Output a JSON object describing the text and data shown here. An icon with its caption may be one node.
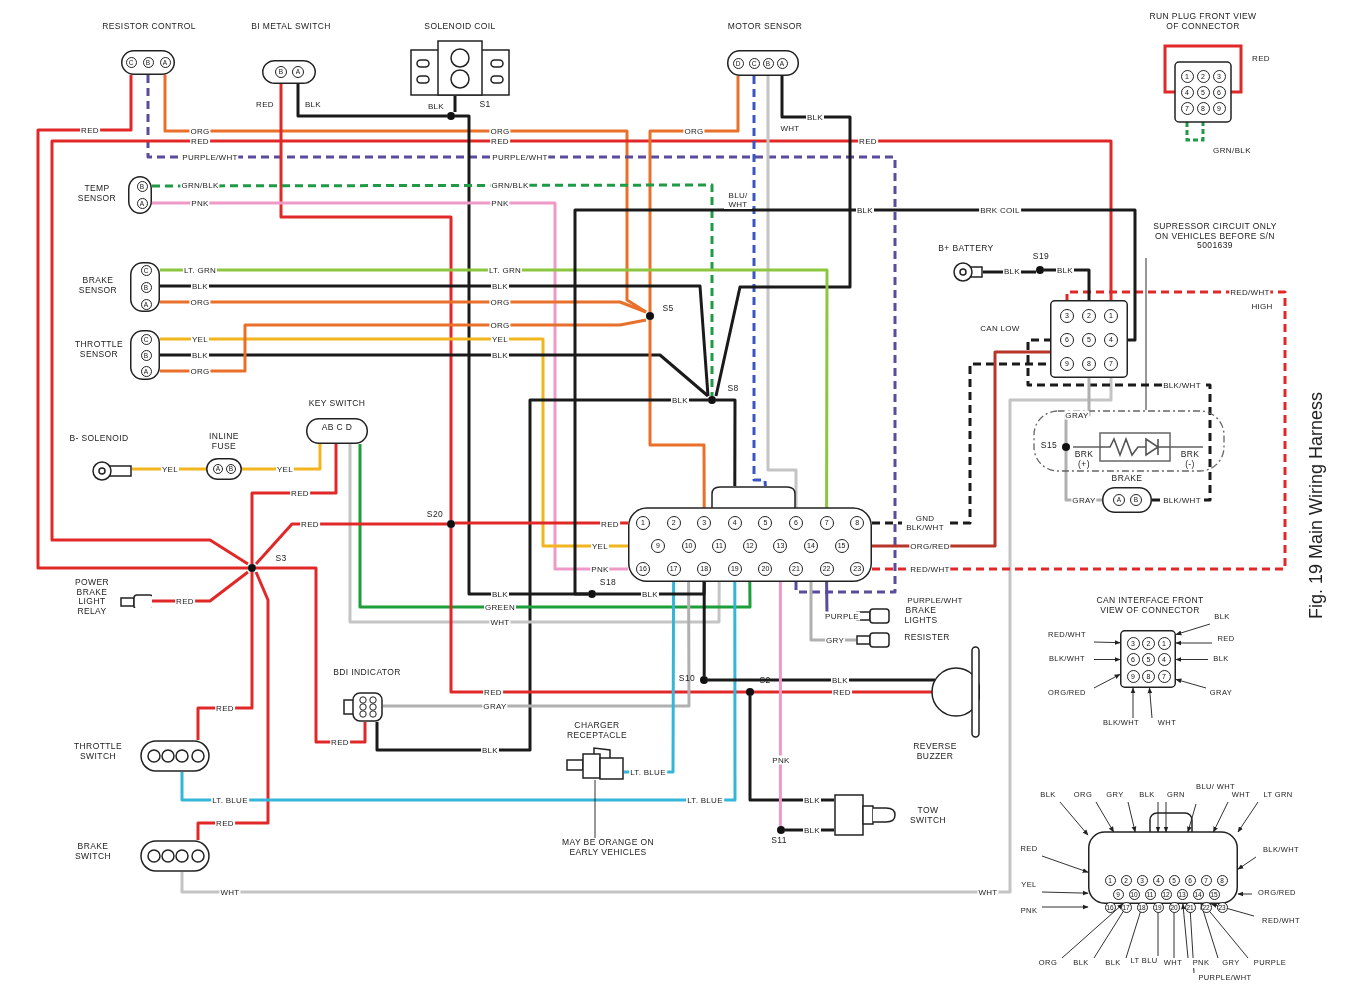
{
  "diagram": {
    "caption": "Fig. 19 Main Wiring Harness",
    "nodes": [
      {
        "text": [
          "RESISTOR CONTROL",
          "C",
          "B",
          "A"
        ]
      },
      {
        "text": [
          "BI METAL SWITCH",
          "B",
          "A"
        ]
      },
      {
        "text": [
          "SOLENOID COIL"
        ]
      },
      {
        "text": [
          "MOTOR SENSOR",
          "D",
          "C",
          "B",
          "A"
        ]
      },
      {
        "text": [
          "RUN PLUG FRONT VIEW OF CONNECTOR",
          "1",
          "2",
          "3",
          "4",
          "5",
          "6",
          "7",
          "8",
          "9"
        ],
        "beside": [
          "RED",
          "GRN/BLK"
        ]
      },
      {
        "text": [
          "TEMP SENSOR",
          "B",
          "A"
        ]
      },
      {
        "text": [
          "BRAKE SENSOR",
          "C",
          "B",
          "A"
        ]
      },
      {
        "text": [
          "THROTTLE SENSOR",
          "C",
          "B",
          "A"
        ]
      },
      {
        "text": [
          "B- SOLENOID"
        ]
      },
      {
        "text": [
          "INLINE FUSE",
          "A",
          "B"
        ]
      },
      {
        "text": [
          "KEY SWITCH",
          "AB C D"
        ]
      },
      {
        "text": [
          "B+ BATTERY"
        ]
      },
      {
        "text": [
          "3",
          "2",
          "1",
          "6",
          "5",
          "4",
          "9",
          "8",
          "7"
        ]
      },
      {
        "text": [
          "SUPRESSOR CIRCUIT ONLY ON VEHICLES BEFORE S/N 5001639"
        ]
      },
      {
        "text": [
          "BRK (+)",
          "BRK (-)"
        ]
      },
      {
        "text": [
          "S15"
        ],
        "in": 14
      },
      {
        "text": [
          "BRAKE",
          "A",
          "B"
        ]
      },
      {
        "text": [
          "1",
          "2",
          "3",
          "4",
          "5",
          "6",
          "7",
          "8",
          "9",
          "10",
          "11",
          "12",
          "13",
          "14",
          "15",
          "16",
          "17",
          "18",
          "19",
          "20",
          "21",
          "22",
          "23"
        ]
      },
      {
        "text": [
          "BRAKE LIGHTS"
        ]
      },
      {
        "text": [
          "RESISTER"
        ]
      },
      {
        "text": [
          "REVERSE BUZZER"
        ]
      },
      {
        "text": [
          "POWER BRAKE LIGHT RELAY"
        ]
      },
      {
        "text": [
          "BDI INDICATOR"
        ]
      },
      {
        "text": [
          "CHARGER RECEPTACLE"
        ]
      },
      {
        "text": [
          "MAY BE ORANGE ON EARLY VEHICLES"
        ]
      },
      {
        "text": [
          "THROTTLE SWITCH"
        ]
      },
      {
        "text": [
          "BRAKE SWITCH"
        ]
      },
      {
        "text": [
          "TOW SWITCH"
        ]
      },
      {
        "text": [
          "CAN INTERFACE FRONT VIEW OF CONNECTOR",
          "3",
          "2",
          "1",
          "6",
          "5",
          "4",
          "9",
          "8",
          "7"
        ]
      },
      {
        "text": [
          "BLK"
        ]
      },
      {
        "text": [
          "RED/WHT"
        ]
      },
      {
        "text": [
          "RED"
        ]
      },
      {
        "text": [
          "BLK/WHT"
        ]
      },
      {
        "text": [
          "BLK"
        ]
      },
      {
        "text": [
          "ORG/RED"
        ]
      },
      {
        "text": [
          "GRAY"
        ]
      },
      {
        "text": [
          "BLK/WHT"
        ]
      },
      {
        "text": [
          "WHT"
        ]
      },
      {
        "text": [
          "1",
          "2",
          "3",
          "4",
          "5",
          "6",
          "7",
          "8",
          "9",
          "10",
          "11",
          "12",
          "13",
          "14",
          "15",
          "16",
          "17",
          "18",
          "19",
          "20",
          "21",
          "22",
          "23"
        ]
      },
      {
        "text": [
          "BLK"
        ]
      },
      {
        "text": [
          "ORG"
        ]
      },
      {
        "text": [
          "GRY"
        ]
      },
      {
        "text": [
          "BLK"
        ]
      },
      {
        "text": [
          "GRN"
        ]
      },
      {
        "text": [
          "BLU/ WHT"
        ]
      },
      {
        "text": [
          "WHT"
        ]
      },
      {
        "text": [
          "LT GRN"
        ]
      },
      {
        "text": [
          "RED"
        ]
      },
      {
        "text": [
          "YEL"
        ]
      },
      {
        "text": [
          "PNK"
        ]
      },
      {
        "text": [
          "BLK/WHT"
        ]
      },
      {
        "text": [
          "ORG/RED"
        ]
      },
      {
        "text": [
          "RED/WHT"
        ]
      },
      {
        "text": [
          "ORG"
        ]
      },
      {
        "text": [
          "BLK"
        ]
      },
      {
        "text": [
          "BLK"
        ]
      },
      {
        "text": [
          "LT BLU"
        ]
      },
      {
        "text": [
          "WHT"
        ]
      },
      {
        "text": [
          "PNK"
        ]
      },
      {
        "text": [
          "GRY"
        ]
      },
      {
        "text": [
          "PURPLE"
        ]
      },
      {
        "text": [
          "PURPLE/WHT"
        ]
      },
      {
        "text": [
          "S1"
        ]
      },
      {
        "text": [
          "S3"
        ]
      },
      {
        "text": [
          "S5"
        ]
      },
      {
        "text": [
          "S8"
        ]
      },
      {
        "text": [
          "S10"
        ]
      },
      {
        "text": [
          "S2"
        ]
      },
      {
        "text": [
          "S11"
        ]
      },
      {
        "text": [
          "S18"
        ]
      },
      {
        "text": [
          "S19"
        ]
      },
      {
        "text": [
          "S20"
        ]
      }
    ],
    "edges": [
      {
        "from": 0,
        "to": 63,
        "arrow": "none",
        "label": "RED",
        "color": "#e02828"
      },
      {
        "from": 0,
        "to": 64,
        "arrow": "none",
        "label": "ORG",
        "color": "#e8702a"
      },
      {
        "from": 0,
        "to": 17,
        "arrow": "none",
        "label": "PURPLE/WHT",
        "style": "dashed",
        "color": "#5a4b9c"
      },
      {
        "from": 63,
        "to": 12,
        "arrow": "none",
        "label": "RED",
        "color": "#e02828"
      },
      {
        "from": 1,
        "to": 71,
        "arrow": "none",
        "label": "RED",
        "color": "#e02828"
      },
      {
        "from": 1,
        "to": 62,
        "arrow": "none",
        "label": "BLK"
      },
      {
        "from": 2,
        "to": 62,
        "arrow": "none",
        "label": "BLK"
      },
      {
        "from": 62,
        "to": 69,
        "arrow": "none",
        "label": "BLK"
      },
      {
        "from": 3,
        "to": 64,
        "arrow": "none",
        "label": "ORG",
        "color": "#e8702a"
      },
      {
        "from": 3,
        "to": 17,
        "arrow": "none",
        "label": "BLU/ WHT",
        "style": "dashed",
        "color": "#3a56c5"
      },
      {
        "from": 3,
        "to": 17,
        "arrow": "none",
        "label": "WHT",
        "color": "#c4c4c4"
      },
      {
        "from": 3,
        "to": 65,
        "arrow": "none",
        "label": "BLK"
      },
      {
        "from": 5,
        "to": 65,
        "arrow": "none",
        "label": "GRN/BLK",
        "style": "dashed",
        "color": "#1f9a45"
      },
      {
        "from": 5,
        "to": 17,
        "arrow": "none",
        "label": "PNK",
        "color": "#ee99c8"
      },
      {
        "from": 6,
        "to": 17,
        "arrow": "none",
        "label": "LT. GRN",
        "color": "#8cc63f"
      },
      {
        "from": 6,
        "to": 65,
        "arrow": "none",
        "label": "BLK"
      },
      {
        "from": 6,
        "to": 64,
        "arrow": "none",
        "label": "ORG",
        "color": "#e8702a"
      },
      {
        "from": 7,
        "to": 17,
        "arrow": "none",
        "label": "YEL",
        "color": "#f2b520"
      },
      {
        "from": 7,
        "to": 65,
        "arrow": "none",
        "label": "BLK"
      },
      {
        "from": 7,
        "to": 64,
        "arrow": "none",
        "label": "ORG",
        "color": "#e8702a"
      },
      {
        "from": 64,
        "to": 17,
        "arrow": "none",
        "color": "#e8702a"
      },
      {
        "from": 65,
        "to": 17,
        "arrow": "none"
      },
      {
        "from": 65,
        "to": 22,
        "arrow": "none",
        "label": "BLK"
      },
      {
        "from": 8,
        "to": 9,
        "arrow": "none",
        "label": "YEL",
        "color": "#f2b520"
      },
      {
        "from": 9,
        "to": 10,
        "arrow": "none",
        "label": "YEL",
        "color": "#f2b520"
      },
      {
        "from": 10,
        "to": 63,
        "arrow": "none",
        "label": "RED",
        "color": "#e02828"
      },
      {
        "from": 10,
        "to": 17,
        "arrow": "none",
        "label": "WHT",
        "color": "#c4c4c4"
      },
      {
        "from": 10,
        "to": 17,
        "arrow": "none",
        "label": "GREEN",
        "color": "#1e9e3a"
      },
      {
        "from": 63,
        "to": 71,
        "arrow": "none",
        "label": "RED",
        "color": "#e02828"
      },
      {
        "from": 71,
        "to": 17,
        "arrow": "none",
        "label": "RED",
        "color": "#e02828"
      },
      {
        "from": 71,
        "to": 20,
        "arrow": "none",
        "label": "RED",
        "color": "#e02828"
      },
      {
        "from": 21,
        "to": 63,
        "arrow": "none",
        "label": "RED",
        "color": "#e02828"
      },
      {
        "from": 63,
        "to": 25,
        "arrow": "none",
        "label": "RED",
        "color": "#e02828"
      },
      {
        "from": 63,
        "to": 26,
        "arrow": "none",
        "label": "RED",
        "color": "#e02828"
      },
      {
        "from": 63,
        "to": 22,
        "arrow": "none",
        "label": "RED",
        "color": "#e02828"
      },
      {
        "from": 22,
        "to": 17,
        "arrow": "none",
        "label": "GRAY",
        "color": "#b0b0b0"
      },
      {
        "from": 23,
        "to": 17,
        "arrow": "none",
        "label": "LT. BLUE",
        "color": "#35b6d8"
      },
      {
        "from": 25,
        "to": 17,
        "arrow": "none",
        "label": "LT. BLUE",
        "color": "#35b6d8"
      },
      {
        "from": 26,
        "to": 12,
        "arrow": "none",
        "label": "WHT",
        "color": "#c4c4c4"
      },
      {
        "from": 69,
        "to": 17,
        "arrow": "none",
        "label": "BLK"
      },
      {
        "from": 17,
        "to": 66,
        "arrow": "none"
      },
      {
        "from": 66,
        "to": 20,
        "arrow": "none",
        "label": "BLK"
      },
      {
        "from": 67,
        "to": 27,
        "arrow": "none",
        "label": "BLK"
      },
      {
        "from": 17,
        "to": 68,
        "arrow": "none",
        "label": "PNK",
        "color": "#ee99c8"
      },
      {
        "from": 68,
        "to": 27,
        "arrow": "none",
        "label": "BLK"
      },
      {
        "from": 17,
        "to": 19,
        "arrow": "none",
        "label": "GRY",
        "color": "#b0b0b0"
      },
      {
        "from": 17,
        "to": 18,
        "arrow": "none",
        "label": "PURPLE",
        "color": "#5a4b9c"
      },
      {
        "from": 17,
        "to": 12,
        "arrow": "none",
        "label": "GND BLK/WHT",
        "style": "dashed"
      },
      {
        "from": 17,
        "to": 12,
        "arrow": "none",
        "label": "ORG/RED",
        "color": "#b8352a"
      },
      {
        "from": 17,
        "to": 12,
        "arrow": "none",
        "label": "RED/WHT",
        "style": "dashed",
        "color": "#e02828"
      },
      {
        "from": 16,
        "to": 12,
        "arrow": "none",
        "label": "BLK/WHT",
        "style": "dashed"
      },
      {
        "from": 16,
        "to": 15,
        "arrow": "none",
        "label": "GRAY",
        "color": "#b0b0b0"
      },
      {
        "from": 15,
        "to": 12,
        "arrow": "none",
        "label": "GRAY",
        "color": "#b0b0b0"
      },
      {
        "from": 11,
        "to": 70,
        "arrow": "none",
        "label": "BLK"
      },
      {
        "from": 70,
        "to": 12,
        "arrow": "none",
        "label": "BLK"
      },
      {
        "from": 12,
        "to": 69,
        "arrow": "none",
        "label": "BRK COIL"
      },
      {
        "from": 13,
        "to": 14,
        "arrow": "none"
      },
      {
        "from": 24,
        "to": 23,
        "arrow": "none"
      },
      {
        "from": 29,
        "to": 28,
        "arrow": "to"
      },
      {
        "from": 30,
        "to": 28,
        "arrow": "to"
      },
      {
        "from": 31,
        "to": 28,
        "arrow": "to"
      },
      {
        "from": 32,
        "to": 28,
        "arrow": "to"
      },
      {
        "from": 33,
        "to": 28,
        "arrow": "to"
      },
      {
        "from": 34,
        "to": 28,
        "arrow": "to"
      },
      {
        "from": 35,
        "to": 28,
        "arrow": "to"
      },
      {
        "from": 36,
        "to": 28,
        "arrow": "to"
      },
      {
        "from": 37,
        "to": 28,
        "arrow": "to"
      },
      {
        "from": 39,
        "to": 38,
        "arrow": "to"
      },
      {
        "from": 40,
        "to": 38,
        "arrow": "to"
      },
      {
        "from": 41,
        "to": 38,
        "arrow": "to"
      },
      {
        "from": 42,
        "to": 38,
        "arrow": "to"
      },
      {
        "from": 43,
        "to": 38,
        "arrow": "to"
      },
      {
        "from": 44,
        "to": 38,
        "arrow": "to"
      },
      {
        "from": 45,
        "to": 38,
        "arrow": "to"
      },
      {
        "from": 46,
        "to": 38,
        "arrow": "to"
      },
      {
        "from": 47,
        "to": 38,
        "arrow": "to"
      },
      {
        "from": 48,
        "to": 38,
        "arrow": "to"
      },
      {
        "from": 49,
        "to": 38,
        "arrow": "to"
      },
      {
        "from": 50,
        "to": 38,
        "arrow": "to"
      },
      {
        "from": 51,
        "to": 38,
        "arrow": "to"
      },
      {
        "from": 52,
        "to": 38,
        "arrow": "to"
      },
      {
        "from": 53,
        "to": 38,
        "arrow": "to"
      },
      {
        "from": 54,
        "to": 38,
        "arrow": "to"
      },
      {
        "from": 55,
        "to": 38,
        "arrow": "to"
      },
      {
        "from": 56,
        "to": 38,
        "arrow": "to"
      },
      {
        "from": 57,
        "to": 38,
        "arrow": "to"
      },
      {
        "from": 58,
        "to": 38,
        "arrow": "to"
      },
      {
        "from": 59,
        "to": 38,
        "arrow": "to"
      },
      {
        "from": 60,
        "to": 38,
        "arrow": "to"
      },
      {
        "from": 61,
        "to": 38,
        "arrow": "to"
      }
    ],
    "labels": [
      "ORG",
      "RED",
      "PURPLE/WHT",
      "GRN/BLK",
      "PNK",
      "LT. GRN",
      "BLK",
      "ORG",
      "ORG",
      "YEL",
      "BLK",
      "RED",
      "BLK",
      "PNK",
      "YEL",
      "PURPLE/WHT",
      "BLK",
      "RED",
      "LT. BLUE",
      "WHT",
      "RED/WHT",
      "HIGH",
      "CAN LOW",
      "BLK/WHT"
    ]
  }
}
